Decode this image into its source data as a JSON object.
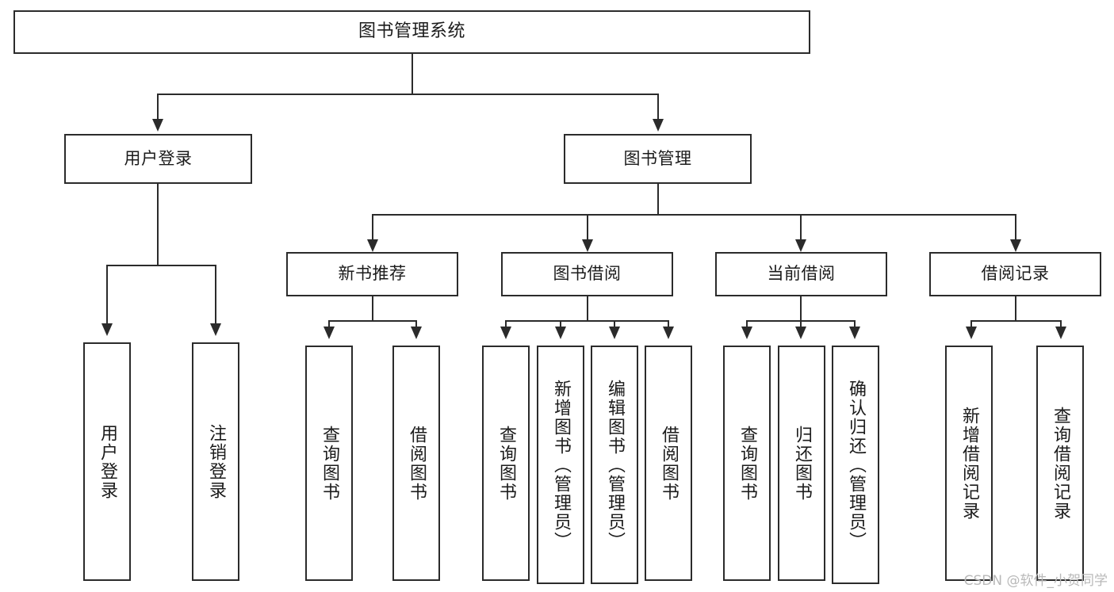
{
  "diagram": {
    "title": "图书管理系统",
    "watermark": "CSDN @软件_小贺同学",
    "levels": {
      "root": "图书管理系统",
      "level2": [
        "用户登录",
        "图书管理"
      ],
      "level3": [
        "新书推荐",
        "图书借阅",
        "当前借阅",
        "借阅记录"
      ]
    },
    "nodes": {
      "root": "图书管理系统",
      "user_login": "用户登录",
      "book_manage": "图书管理",
      "new_book_rec": "新书推荐",
      "book_borrow": "图书借阅",
      "current_borrow": "当前借阅",
      "borrow_record": "借阅记录",
      "leaf_user_login": "用户登录",
      "leaf_logout": "注销登录",
      "leaf_query_book_1": "查询图书",
      "leaf_borrow_book_1": "借阅图书",
      "leaf_query_book_2": "查询图书",
      "leaf_add_book_admin": "新增图书（管理员）",
      "leaf_edit_book_admin": "编辑图书（管理员）",
      "leaf_borrow_book_2": "借阅图书",
      "leaf_query_book_3": "查询图书",
      "leaf_return_book": "归还图书",
      "leaf_confirm_return_admin": "确认归还（管理员）",
      "leaf_add_record": "新增借阅记录",
      "leaf_query_record": "查询借阅记录"
    },
    "colors": {
      "stroke": "#2b2b2b",
      "fill": "#ffffff",
      "text": "#1b1b1b",
      "watermark": "#b9b9b9"
    }
  }
}
